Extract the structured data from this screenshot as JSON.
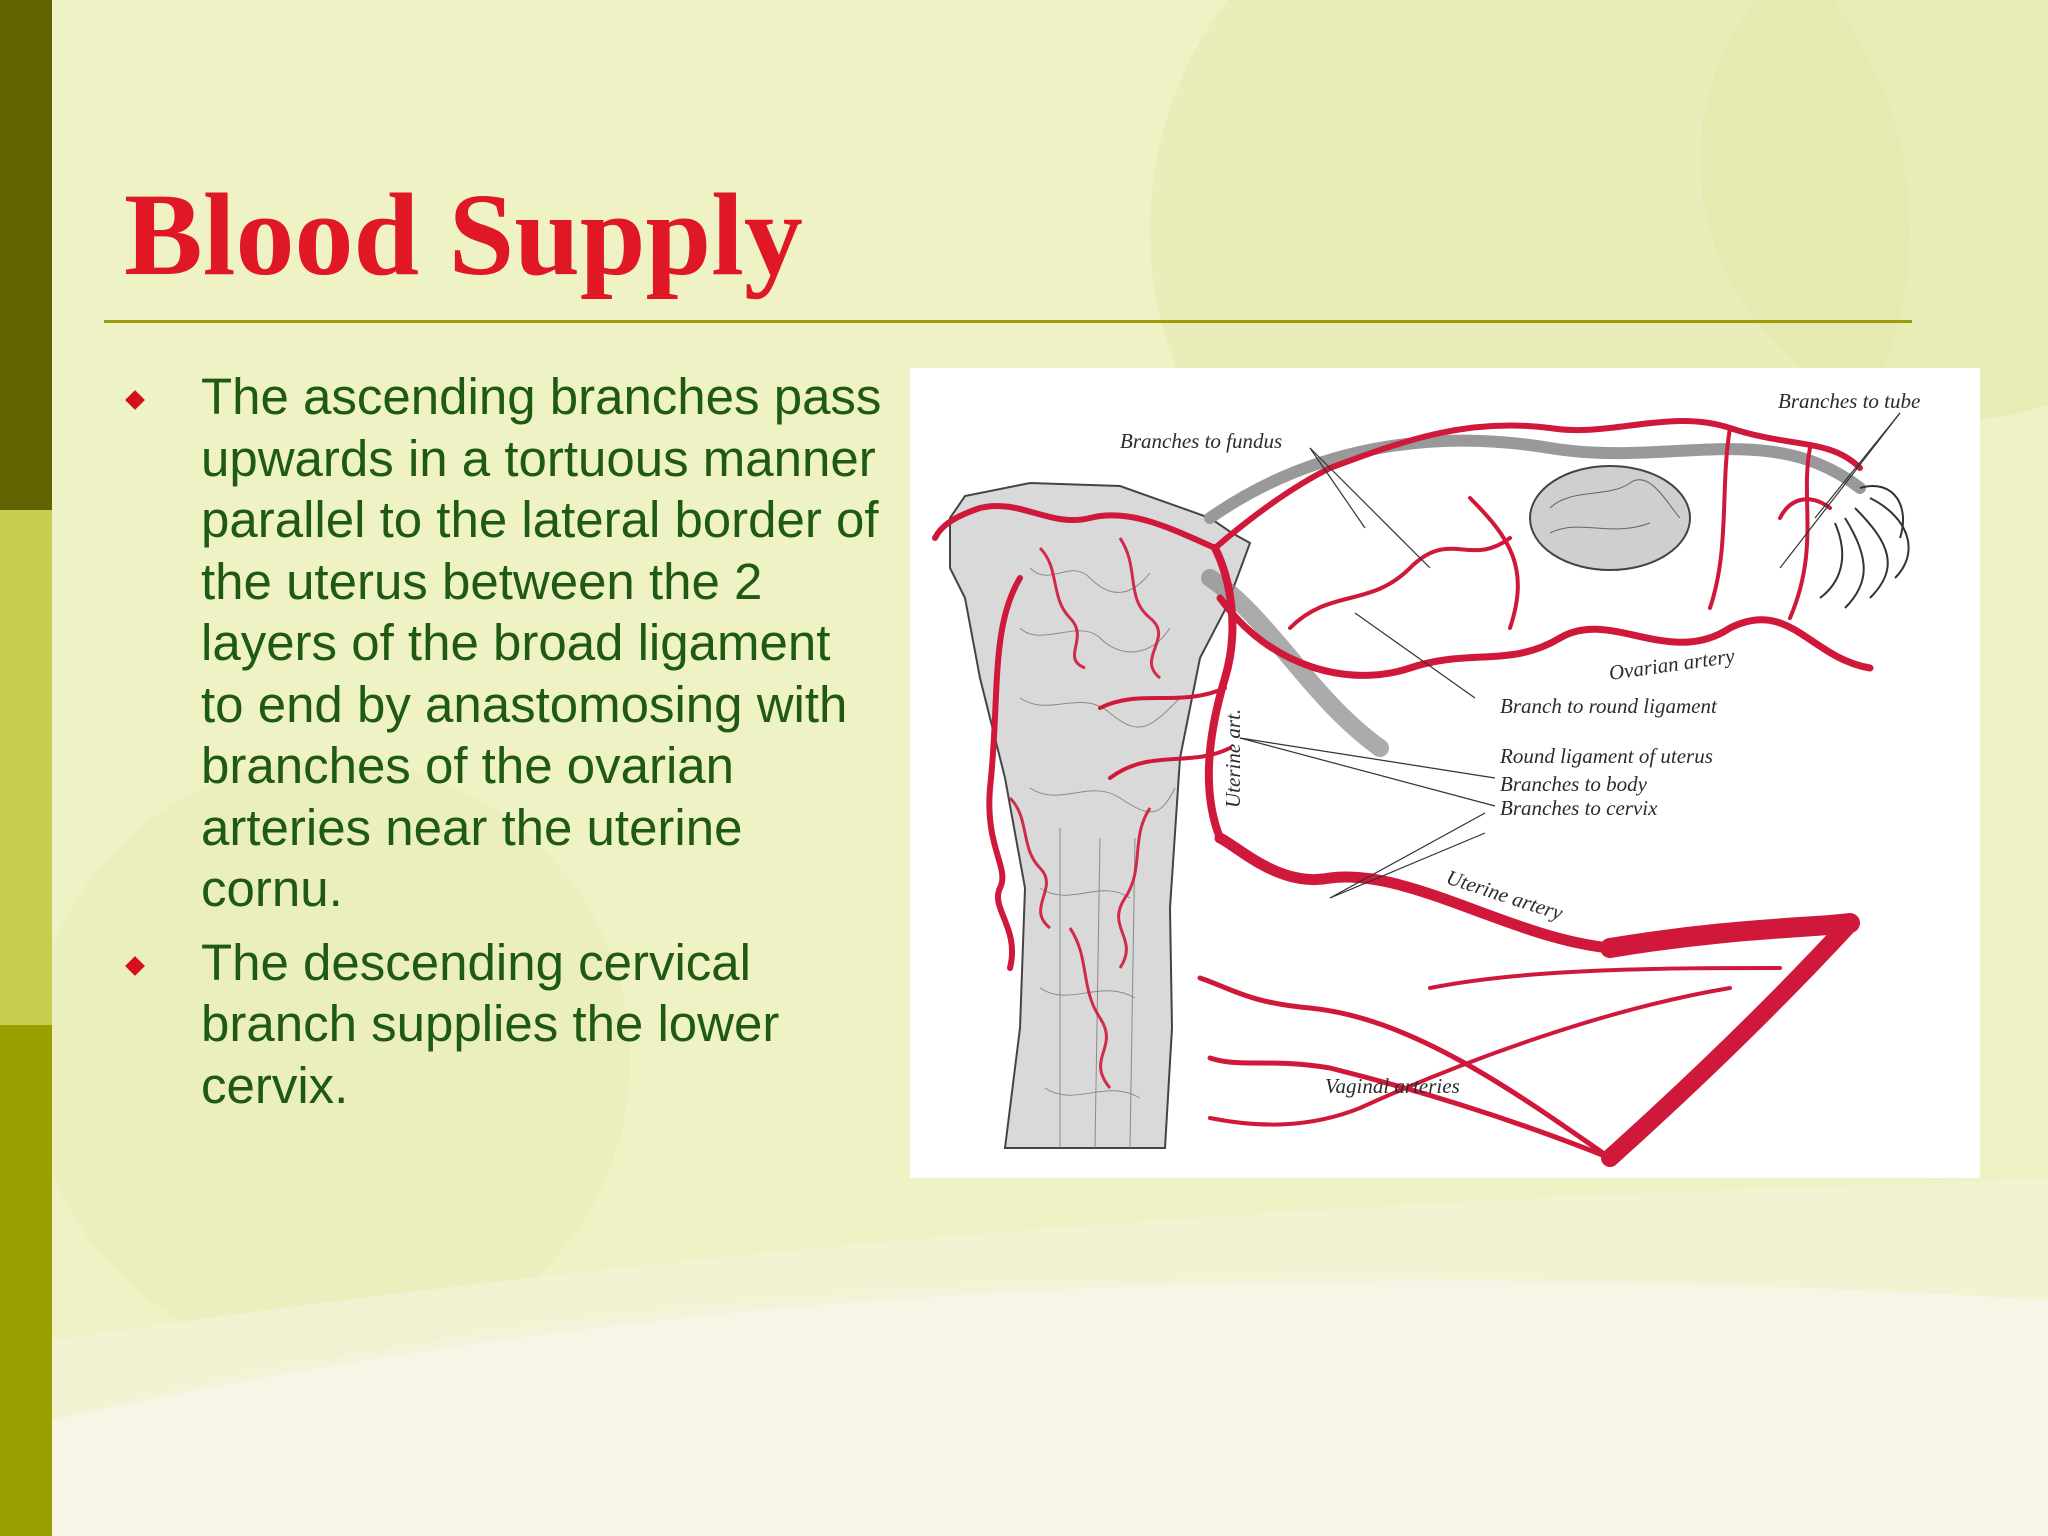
{
  "slide": {
    "title": "Blood Supply",
    "bullets": [
      "The ascending branches pass upwards in a tortuous manner parallel to the lateral border of the uterus between the 2 layers of the broad ligament to end by anastomosing with branches of the ovarian arteries near the uterine cornu.",
      "The descending cervical branch supplies the lower cervix."
    ],
    "colors": {
      "title": "#e01826",
      "body_text": "#1f5a13",
      "bullet": "#d4101e",
      "rule": "#9a9c0c",
      "artery": "#d0183a"
    }
  },
  "figure": {
    "labels": {
      "branches_to_tube": "Branches to tube",
      "branches_to_fundus": "Branches to fundus",
      "ovarian_artery": "Ovarian artery",
      "branch_to_round_ligament": "Branch to round ligament",
      "round_ligament_of_uterus": "Round ligament of uterus",
      "branches_to_body": "Branches to body",
      "branches_to_cervix": "Branches to cervix",
      "uterine_art": "Uterine art.",
      "uterine_artery": "Uterine artery",
      "vaginal_arteries": "Vaginal arteries"
    }
  }
}
